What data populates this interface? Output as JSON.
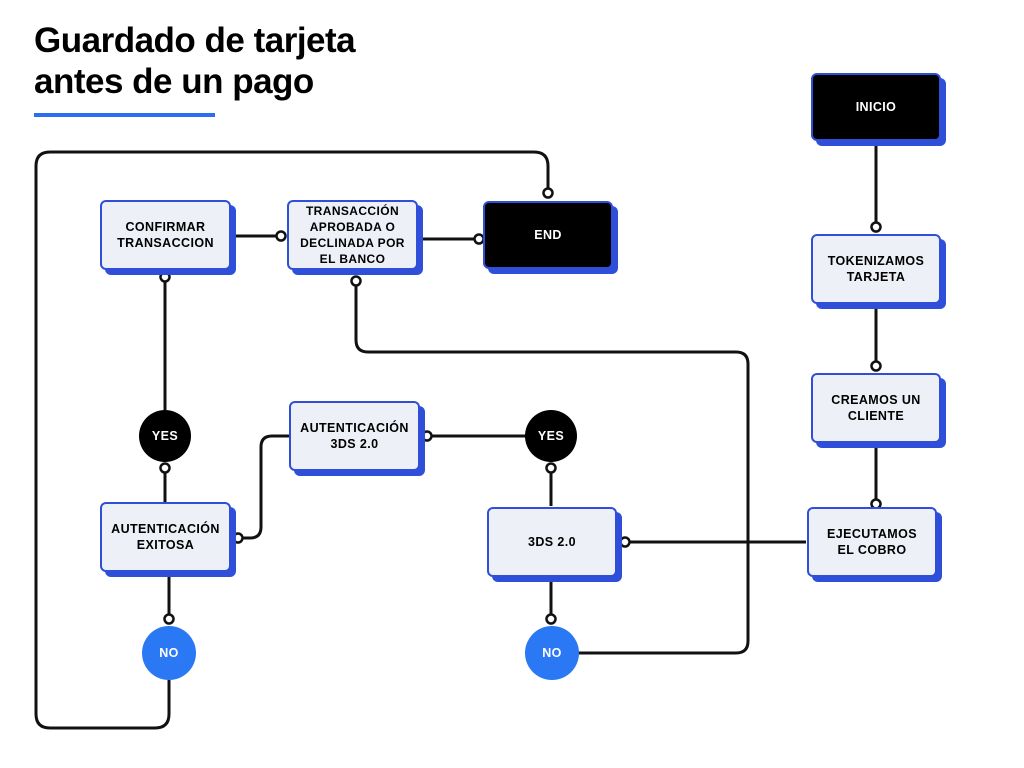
{
  "title": {
    "line1": "Guardado de tarjeta",
    "line2": "antes de un pago"
  },
  "nodes": {
    "inicio": "INICIO",
    "tokenizamos": "TOKENIZAMOS TARJETA",
    "creamos_cliente": "CREAMOS UN CLIENTE",
    "ejecutamos_cobro": "EJECUTAMOS EL COBRO",
    "tres_ds": "3DS 2.0",
    "yes_3ds": "YES",
    "no_3ds": "NO",
    "autenticacion_3ds": "AUTENTICACIÓN 3DS 2.0",
    "autenticacion_exitosa": "AUTENTICACIÓN EXITOSA",
    "yes_auth": "YES",
    "no_auth": "NO",
    "confirmar_transaccion": "CONFIRMAR TRANSACCION",
    "transaccion_aprobada": "TRANSACCIÓN APROBADA O DECLINADA POR EL BANCO",
    "end": "END"
  },
  "colors": {
    "accent_blue": "#2b6ef0",
    "box_border": "#2f4fd9",
    "box_fill": "#eef0f7",
    "circle_blue": "#2b78f5",
    "dark": "#000000"
  }
}
